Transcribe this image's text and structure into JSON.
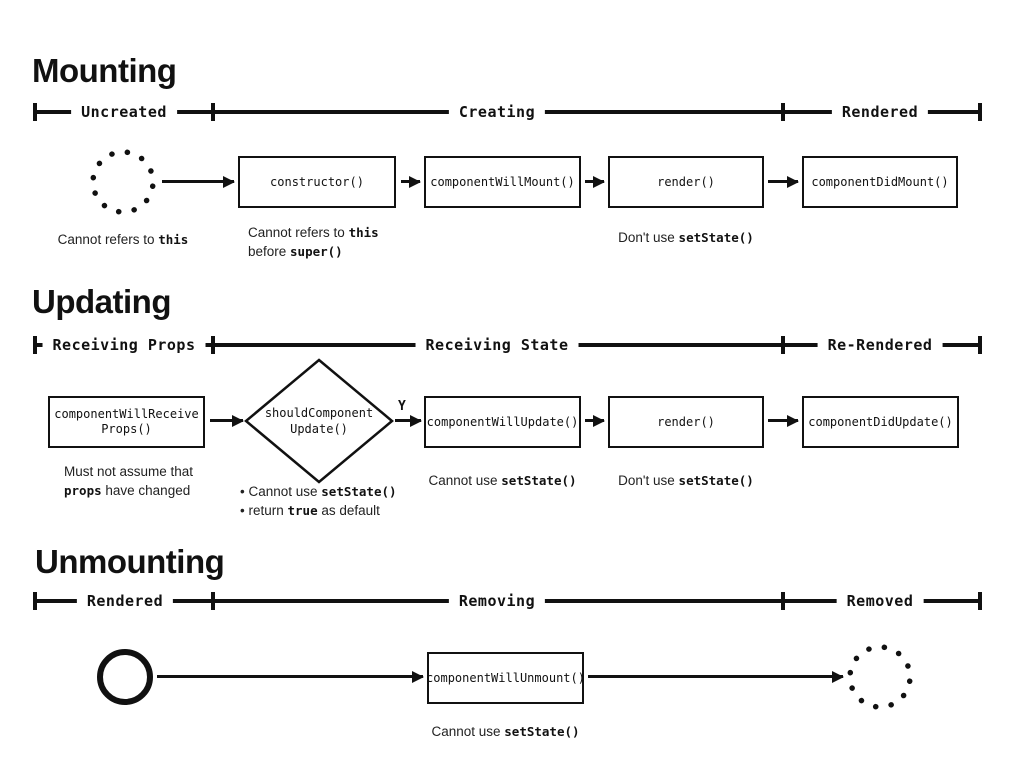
{
  "mounting": {
    "title": "Mounting",
    "timeline": {
      "left": "Uncreated",
      "middle": "Creating",
      "right": "Rendered"
    },
    "boxes": {
      "constructor": "constructor()",
      "will_mount": "componentWillMount()",
      "render": "render()",
      "did_mount": "componentDidMount()"
    },
    "notes": {
      "uncreated": {
        "pre": "Cannot refers to ",
        "code": "this"
      },
      "constructor_l1": {
        "pre": "Cannot refers to ",
        "code": "this"
      },
      "constructor_l2": {
        "pre": "before ",
        "code": "super()"
      },
      "render": {
        "pre": "Don't use ",
        "code": "setState()"
      }
    }
  },
  "updating": {
    "title": "Updating",
    "timeline": {
      "left": "Receiving Props",
      "middle": "Receiving State",
      "right": "Re-Rendered"
    },
    "boxes": {
      "will_receive_l1": "componentWillReceive",
      "will_receive_l2": "Props()",
      "should_update_l1": "shouldComponent",
      "should_update_l2": "Update()",
      "will_update": "componentWillUpdate()",
      "render": "render()",
      "did_update": "componentDidUpdate()"
    },
    "yes_label": "Y",
    "notes": {
      "receive_l1": "Must not assume that",
      "receive_l2_code": "props",
      "receive_l2_post": " have changed",
      "bullet1": {
        "pre": "•  Cannot use ",
        "code": "setState()"
      },
      "bullet2": {
        "pre": "•  return ",
        "code": "true",
        "post": " as default"
      },
      "will_update": {
        "pre": "Cannot use ",
        "code": "setState()"
      },
      "render": {
        "pre": "Don't use ",
        "code": "setState()"
      }
    }
  },
  "unmounting": {
    "title": "Unmounting",
    "timeline": {
      "left": "Rendered",
      "middle": "Removing",
      "right": "Removed"
    },
    "boxes": {
      "will_unmount": "componentWillUnmount()"
    },
    "notes": {
      "will_unmount": {
        "pre": "Cannot use ",
        "code": "setState()"
      }
    }
  },
  "colors": {
    "ink": "#111111",
    "background": "#ffffff"
  }
}
